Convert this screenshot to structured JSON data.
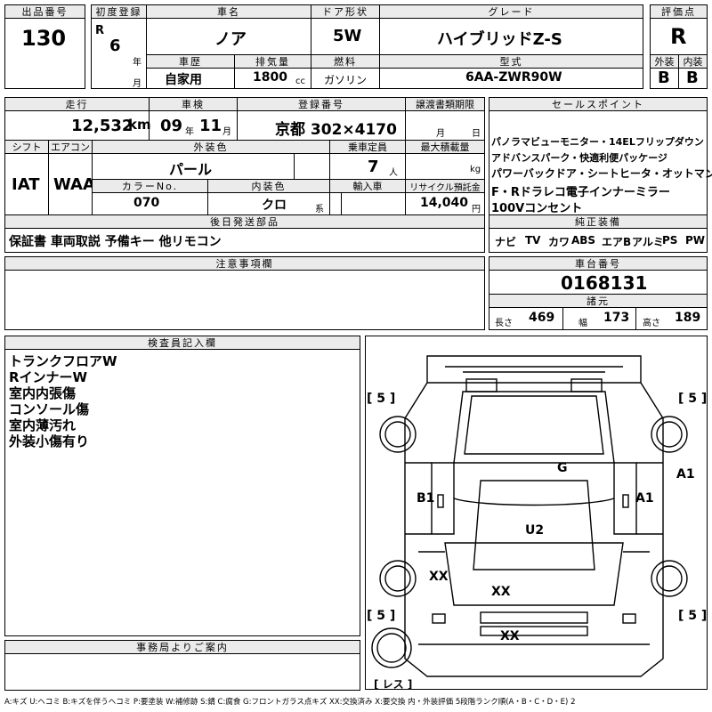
{
  "header": {
    "lot_label": "出品番号",
    "lot_value": "130",
    "first_reg_label": "初度登録",
    "era": "R",
    "year_value": "6",
    "year_unit": "年",
    "month_unit": "月",
    "car_name_label": "車名",
    "car_name": "ノア",
    "door_label": "ドア形状",
    "door_value": "5W",
    "grade_label": "グレード",
    "grade_value": "ハイブリッドZ-S",
    "rating_label": "評価点",
    "rating_value": "R",
    "history_label": "車歴",
    "history_value": "自家用",
    "displacement_label": "排気量",
    "displacement_value": "1800",
    "displacement_unit": "cc",
    "fuel_label": "燃料",
    "fuel_value": "ガソリン",
    "model_label": "型式",
    "model_value": "6AA-ZWR90W",
    "exterior_label": "外装",
    "exterior_value": "B",
    "interior_label": "内装",
    "interior_value": "B"
  },
  "row2": {
    "mileage_label": "走行",
    "mileage_value": "12,532",
    "mileage_unit": "km",
    "inspection_label": "車検",
    "insp_year": "09",
    "insp_year_unit": "年",
    "insp_month": "11",
    "insp_month_unit": "月",
    "reg_no_label": "登録番号",
    "reg_no_value": "京都 302×4170",
    "transfer_label": "譲渡書類期限",
    "transfer_month_unit": "月",
    "transfer_day_unit": "日",
    "shift_label": "シフト",
    "shift_value": "IAT",
    "ac_label": "エアコン",
    "ac_value": "WAA",
    "ext_color_label": "外装色",
    "ext_color_value": "パール",
    "capacity_label": "乗車定員",
    "capacity_value": "7",
    "capacity_unit": "人",
    "load_label": "最大積載量",
    "load_unit": "kg",
    "color_no_label": "カラーNo.",
    "color_no_value": "070",
    "int_color_label": "内装色",
    "int_color_value": "クロ",
    "int_color_unit": "系",
    "import_label": "輸入車",
    "recycle_label": "リサイクル預託金",
    "recycle_value": "14,040",
    "recycle_unit": "円",
    "later_label": "後日発送部品",
    "later_value": "保証書 車両取説 予備キー 他リモコン"
  },
  "sales": {
    "label": "セールスポイント",
    "lines": [
      "パノラマビューモニター・14ELフリップダウン",
      "アドバンスパーク・快適利便パッケージ",
      "パワーバックドア・シートヒータ・オットマン",
      "F・Rドラレコ電子インナーミラー",
      "100Vコンセント"
    ],
    "equip_label": "純正装備",
    "equip_items": [
      "ナビ",
      "TV",
      "カワ",
      "ABS",
      "エアB",
      "アルミ",
      "PS",
      "PW"
    ]
  },
  "notes": {
    "label": "注意事項欄"
  },
  "chassis": {
    "label": "車台番号",
    "value": "0168131",
    "spec_label": "諸元",
    "length_label": "長さ",
    "length_value": "469",
    "width_label": "幅",
    "width_value": "173",
    "height_label": "高さ",
    "height_value": "189"
  },
  "inspector": {
    "label": "検査員記入欄",
    "lines": [
      "トランクフロアW",
      "RインナーW",
      "室内内張傷",
      "コンソール傷",
      "室内薄汚れ",
      "外装小傷有り"
    ]
  },
  "diagram": {
    "tires": [
      "5",
      "5",
      "5",
      "5",
      "レス"
    ],
    "marks": [
      "G",
      "A1",
      "B1",
      "A1",
      "U2",
      "XX",
      "XX",
      "XX"
    ]
  },
  "office": {
    "label": "事務局よりご案内"
  },
  "legend": "A:キズ U:ヘコミ B:キズを伴うヘコミ P:要塗装 W:補修跡 S:錆 C:腐食 G:フロントガラス点キズ XX:交換済み X:要交換 内・外装評価 5段階ランク順(A・B・C・D・E) 2"
}
